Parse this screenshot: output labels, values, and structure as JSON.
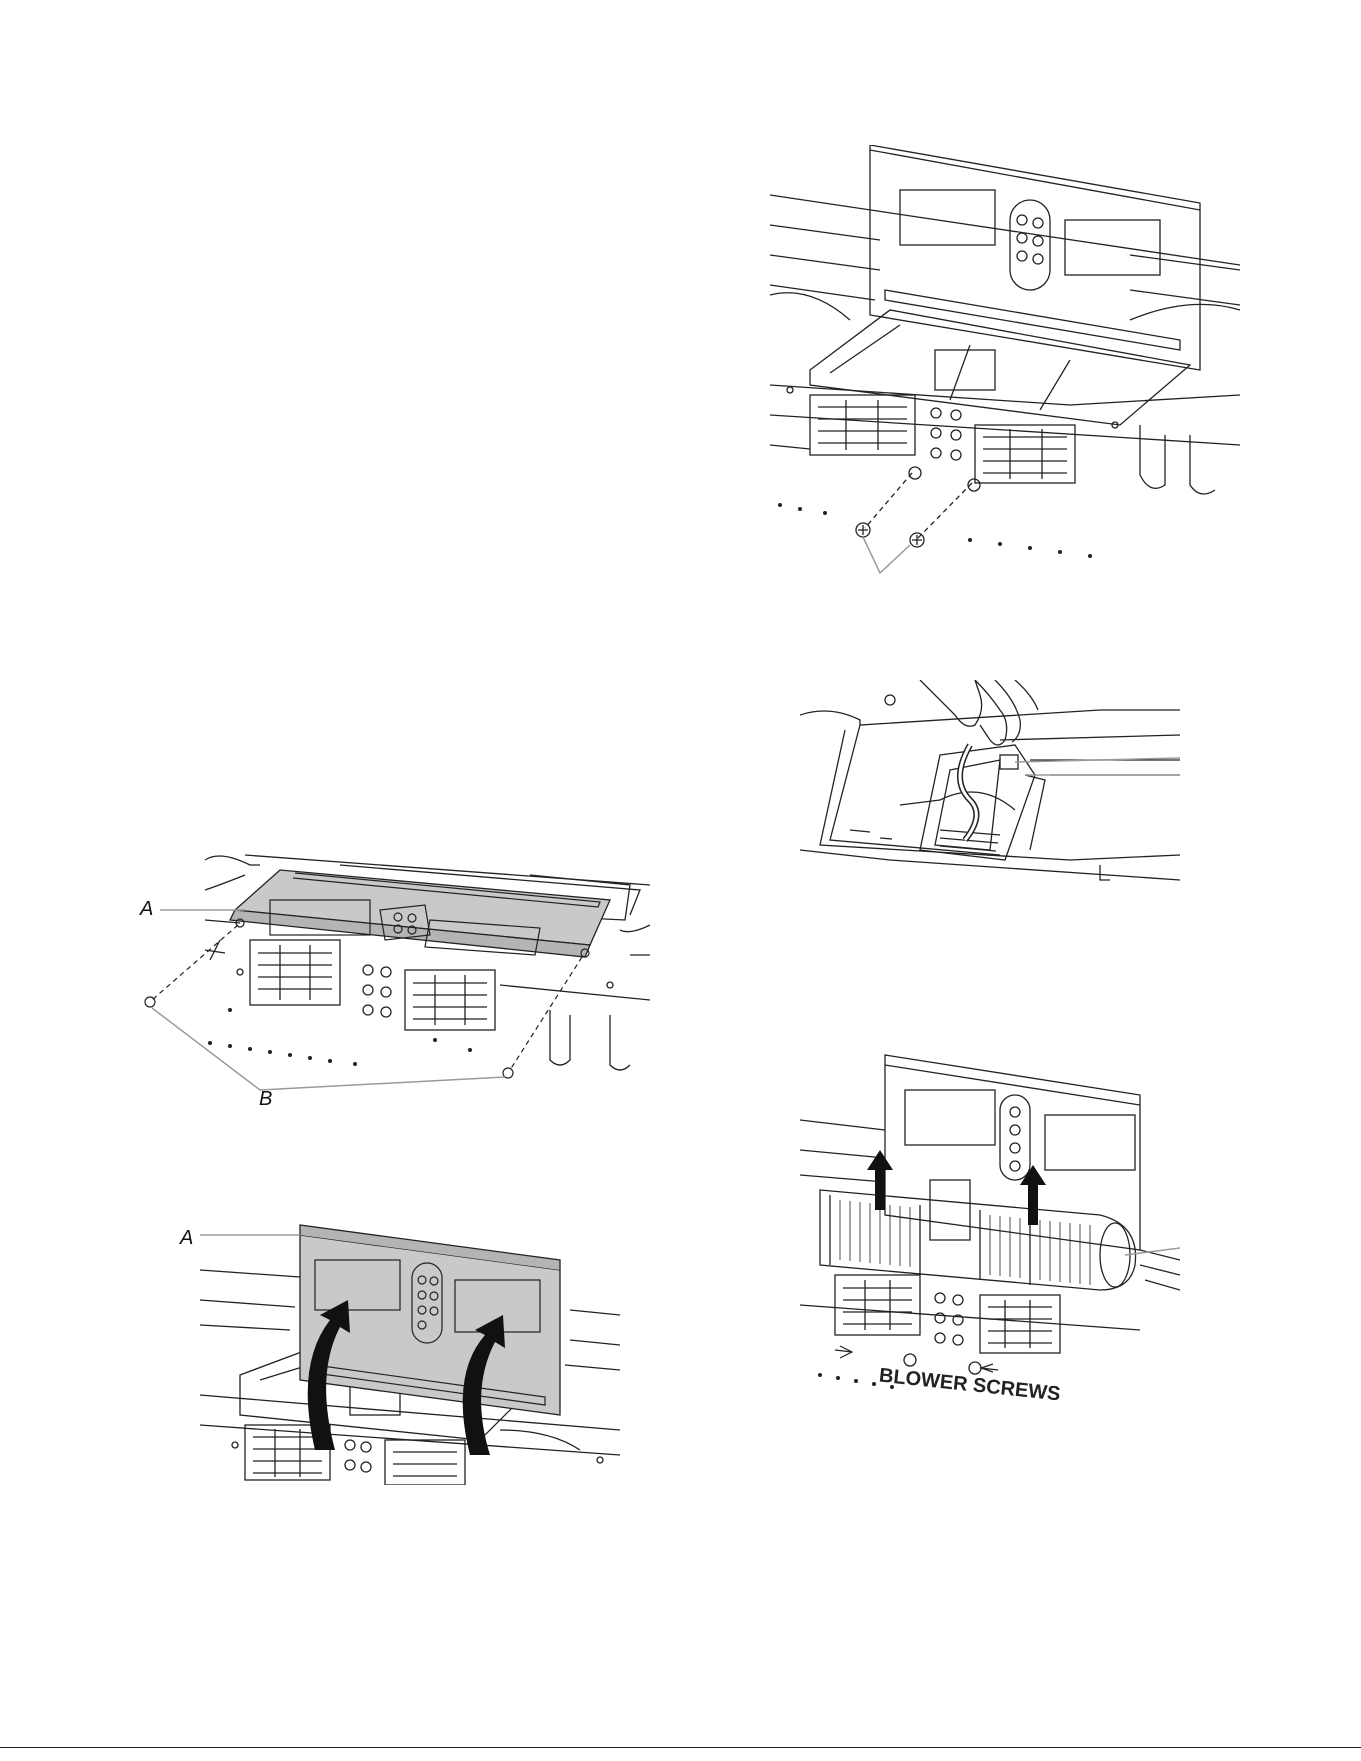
{
  "figures": {
    "bracket_lowered": {
      "callouts": [
        "A",
        "B"
      ]
    },
    "bracket_raised": {
      "callouts": [
        "A"
      ]
    },
    "blower_removal": {
      "stamp_text": "BLOWER SCREWS"
    }
  },
  "colors": {
    "line": "#222222",
    "part_fill": "#c9c9c9",
    "callout_line": "#9a9a9a",
    "arrow": "#111111"
  }
}
